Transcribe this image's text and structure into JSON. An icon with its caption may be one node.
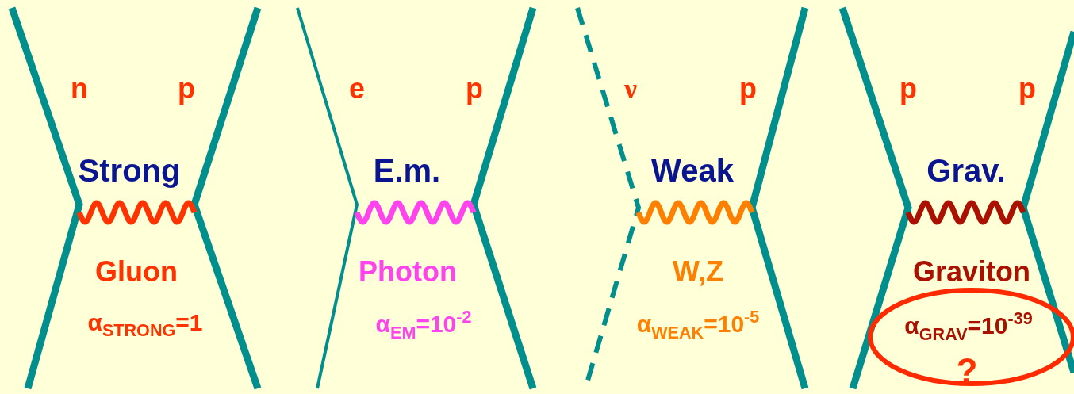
{
  "diagram": {
    "nodes": [
      {
        "text": [
          "α$_{GRAV}$=10$^{-39}$",
          "?"
        ]
      }
    ],
    "labels": [
      "n",
      "p",
      "e",
      "p",
      "ν",
      "p",
      "p",
      "p",
      "Strong",
      "E.m.",
      "Weak",
      "Grav.",
      "Gluon",
      "Photon",
      "W,Z",
      "Graviton",
      "α$_{STRONG}$=1",
      "α$_{EM}$=10$^{-2}$",
      "α$_{WEAK}$=10$^{-5}$"
    ]
  }
}
